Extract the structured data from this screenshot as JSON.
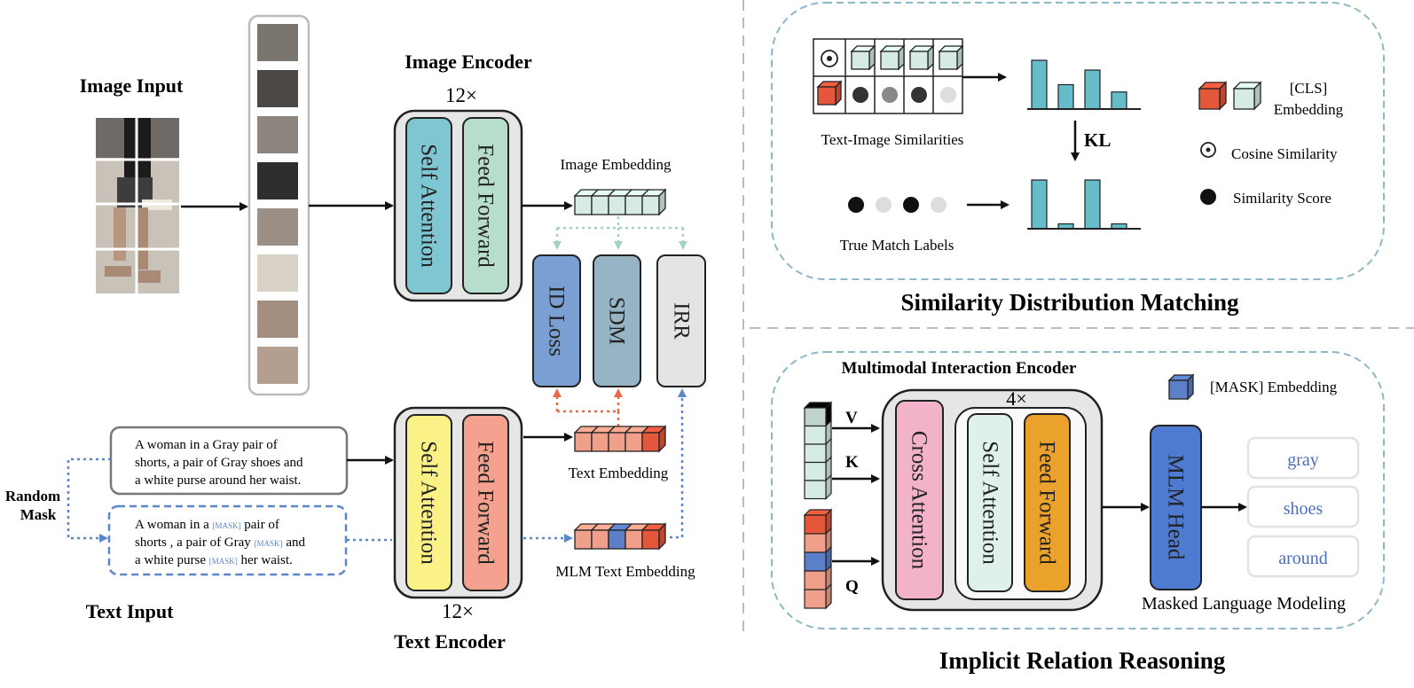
{
  "colors": {
    "image_token": "#d6ebe2",
    "text_token": "#f0a08a",
    "text_token_dark": "#e5573a",
    "mask_token": "#5b7fc8",
    "self_attention_img": "#7ec6d1",
    "feed_forward_img": "#b7ddcd",
    "self_attention_txt": "#fbf287",
    "feed_forward_txt": "#f4a28f",
    "id_loss": "#7a9fd3",
    "sdm": "#96b4c4",
    "irr": "#e4e4e4",
    "cross_attention": "#f2b3ca",
    "self_attention_mm": "#dff1ea",
    "feed_forward_mm": "#eba22c",
    "mlm_head": "#4e7ad0",
    "bar": "#67bcc9",
    "dashed_blue": "#5b86c8",
    "dashed_orange": "#e86a4a",
    "dashed_green": "#a4d3c0",
    "panel_border": "#8db8c9"
  },
  "left": {
    "image_input_title": "Image Input",
    "image_encoder_title": "Image Encoder",
    "image_repeat": "12×",
    "image_self_attention": "Self Attention",
    "image_feed_forward": "Feed Forward",
    "image_embedding_label": "Image Embedding",
    "id_loss": "ID Loss",
    "sdm": "SDM",
    "irr": "IRR",
    "text_encoder_title": "Text Encoder",
    "text_repeat": "12×",
    "text_self_attention": "Self Attention",
    "text_feed_forward": "Feed Forward",
    "text_embedding_label": "Text Embedding",
    "mlm_text_embedding_label": "MLM Text Embedding",
    "text_input_title": "Text Input",
    "random_mask_line1": "Random",
    "random_mask_line2": "Mask",
    "caption": {
      "line1": "A woman in a Gray pair of",
      "line2": "shorts, a pair of Gray shoes and",
      "line3": "a white purse around her waist."
    },
    "masked_caption": {
      "line1_a": "A woman in a ",
      "mask": "[MASK]",
      "line1_b": " pair of",
      "line2_a": "shorts , a pair of Gray ",
      "line2_b": " and",
      "line3_a": "a white purse ",
      "line3_b": " her waist."
    }
  },
  "sdm_panel": {
    "title": "Similarity Distribution Matching",
    "text_image_similarities": "Text-Image Similarities",
    "true_match_labels": "True Match Labels",
    "kl": "KL",
    "legend_cls_line1": "[CLS]",
    "legend_cls_line2": "Embedding",
    "legend_cosine": "Cosine Similarity",
    "legend_similarity_score": "Similarity Score",
    "predicted_bars": [
      1.0,
      0.5,
      0.8,
      0.35
    ],
    "label_bars": [
      1.0,
      0.1,
      1.0,
      0.1
    ],
    "score_dots": [
      "#333333",
      "#888888",
      "#333333",
      "#dddddd"
    ],
    "label_dots": [
      "#111111",
      "#dddddd",
      "#111111",
      "#dddddd"
    ]
  },
  "irr_panel": {
    "title": "Implicit Relation Reasoning",
    "encoder_title": "Multimodal Interaction Encoder",
    "repeat": "4×",
    "v": "V",
    "k": "K",
    "q": "Q",
    "cross_attention": "Cross Attention",
    "self_attention": "Self Attention",
    "feed_forward": "Feed Forward",
    "mlm_head": "MLM Head",
    "mask_embedding_legend": "[MASK] Embedding",
    "outputs": [
      "gray",
      "shoes",
      "around"
    ],
    "mlm_caption": "Masked Language Modeling"
  }
}
